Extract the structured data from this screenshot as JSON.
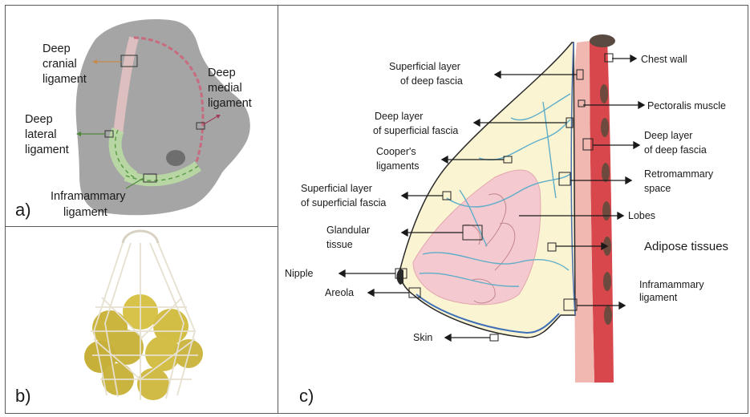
{
  "panel_a": {
    "tag": "a)",
    "labels": {
      "deep_cranial": [
        "Deep",
        "cranial",
        "ligament"
      ],
      "deep_medial": [
        "Deep",
        "medial",
        "ligament"
      ],
      "deep_lateral": [
        "Deep",
        "lateral",
        "ligament"
      ],
      "inframammary": [
        "Inframammary",
        "ligament"
      ]
    }
  },
  "panel_b": {
    "tag": "b)"
  },
  "panel_c": {
    "tag": "c)",
    "labels": {
      "chest_wall": [
        "Chest wall"
      ],
      "pectoralis": [
        "Pectoralis muscle"
      ],
      "deep_layer_deep_fascia": [
        "Deep layer",
        "of deep fascia"
      ],
      "retromammary": [
        "Retromammary",
        "space"
      ],
      "lobes": [
        "Lobes"
      ],
      "adipose": [
        "Adipose tissues"
      ],
      "inframammary": [
        "Inframammary",
        "ligament"
      ],
      "superficial_layer_deep_fascia": [
        "Superficial layer",
        "of deep fascia"
      ],
      "deep_layer_superficial_fascia": [
        "Deep layer",
        "of superficial fascia"
      ],
      "coopers": [
        "Cooper's",
        "ligaments"
      ],
      "superficial_layer_superficial_fascia": [
        "Superficial layer",
        "of superficial fascia"
      ],
      "glandular": [
        "Glandular",
        "tissue"
      ],
      "nipple": [
        "Nipple"
      ],
      "areola": [
        "Areola"
      ],
      "skin": [
        "Skin"
      ]
    }
  }
}
